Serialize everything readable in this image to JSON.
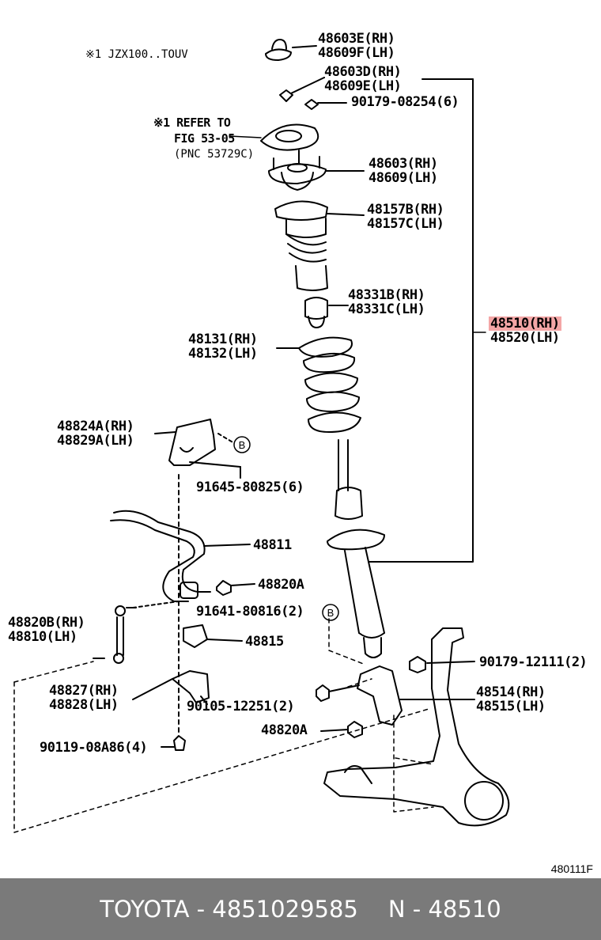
{
  "diagram": {
    "note_model": "※1 JZX100..TOUV",
    "refer": [
      "※1 REFER TO",
      "FIG 53-05",
      "(PNC 53729C)"
    ],
    "labels": [
      {
        "id": "48603E",
        "lines": [
          "48603E(RH)",
          "48609F(LH)"
        ]
      },
      {
        "id": "48603D",
        "lines": [
          "48603D(RH)",
          "48609E(LH)"
        ]
      },
      {
        "id": "90179-08254",
        "lines": [
          "90179-08254(6)"
        ]
      },
      {
        "id": "48603",
        "lines": [
          "48603(RH)",
          "48609(LH)"
        ]
      },
      {
        "id": "48157B",
        "lines": [
          "48157B(RH)",
          "48157C(LH)"
        ]
      },
      {
        "id": "48331B",
        "lines": [
          "48331B(RH)",
          "48331C(LH)"
        ]
      },
      {
        "id": "48510",
        "lines": [
          "48510(RH)",
          "48520(LH)"
        ],
        "highlight": true
      },
      {
        "id": "48131",
        "lines": [
          "48131(RH)",
          "48132(LH)"
        ]
      },
      {
        "id": "48824A",
        "lines": [
          "48824A(RH)",
          "48829A(LH)"
        ]
      },
      {
        "id": "91645-80825",
        "lines": [
          "91645-80825(6)"
        ]
      },
      {
        "id": "48811",
        "lines": [
          "48811"
        ]
      },
      {
        "id": "48820A-top",
        "lines": [
          "48820A"
        ]
      },
      {
        "id": "48820B",
        "lines": [
          "48820B(RH)",
          "48810(LH)"
        ]
      },
      {
        "id": "91641-80816",
        "lines": [
          "91641-80816(2)"
        ]
      },
      {
        "id": "48815",
        "lines": [
          "48815"
        ]
      },
      {
        "id": "90179-12111",
        "lines": [
          "90179-12111(2)"
        ]
      },
      {
        "id": "48827",
        "lines": [
          "48827(RH)",
          "48828(LH)"
        ]
      },
      {
        "id": "48514",
        "lines": [
          "48514(RH)",
          "48515(LH)"
        ]
      },
      {
        "id": "90105-12251",
        "lines": [
          "90105-12251(2)"
        ]
      },
      {
        "id": "48820A-bot",
        "lines": [
          "48820A"
        ]
      },
      {
        "id": "90119-08A86",
        "lines": [
          "90119-08A86(4)"
        ]
      }
    ],
    "callout": "B",
    "figure_id": "480111F"
  },
  "footer": {
    "brand": "TOYOTA",
    "part_number": "4851029585",
    "pnc": "N - 48510",
    "separator": " - "
  }
}
